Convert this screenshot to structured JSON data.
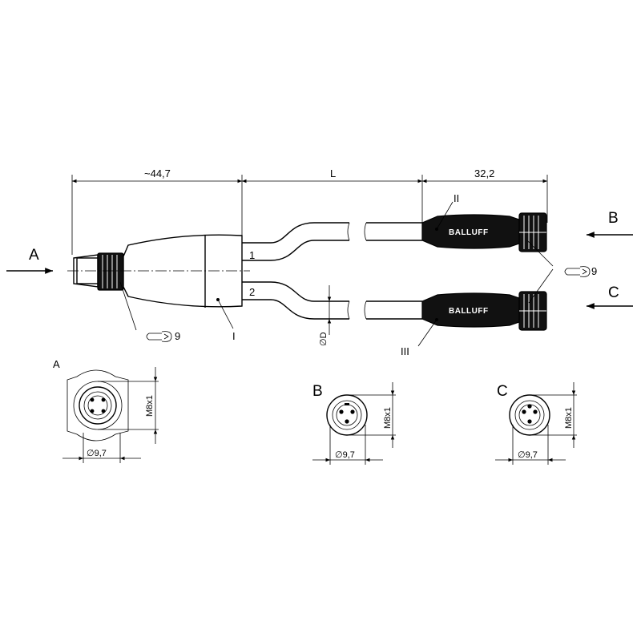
{
  "dimensions": {
    "head_length": "~44,7",
    "cable_length": "L",
    "connector_length": "32,2",
    "cable_diameter": "D",
    "thread": "M8x1",
    "outer_diameter": "9,7"
  },
  "views": {
    "a": "A",
    "b": "B",
    "c": "C"
  },
  "parts": {
    "splitter": "I",
    "connector_top": "II",
    "connector_bottom": "III"
  },
  "branches": {
    "one": "1",
    "two": "2"
  },
  "torque": {
    "value": "9"
  },
  "brand": {
    "name": "BALLUFF"
  }
}
